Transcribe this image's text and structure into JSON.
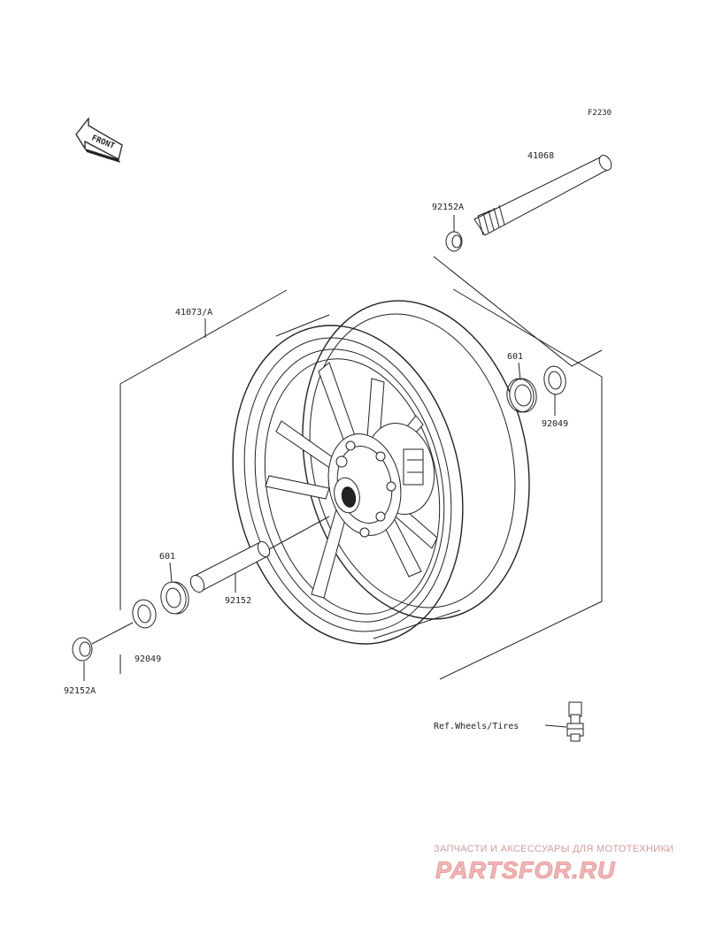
{
  "diagram_code": "F2230",
  "front_label": "FRONT",
  "parts": {
    "axle": "41068",
    "collar_top": "92152A",
    "wheel": "41073/A",
    "bearing_right": "601",
    "seal_right": "92049",
    "bearing_left": "601",
    "spacer": "92152",
    "seal_left": "92049",
    "collar_bottom": "92152A"
  },
  "reference": "Ref.Wheels/Tires",
  "watermark": {
    "subtitle": "ЗАПЧАСТИ И АКСЕССУАРЫ ДЛЯ МОТОТЕХНИКИ",
    "brand": "PARTSFOR.RU"
  }
}
